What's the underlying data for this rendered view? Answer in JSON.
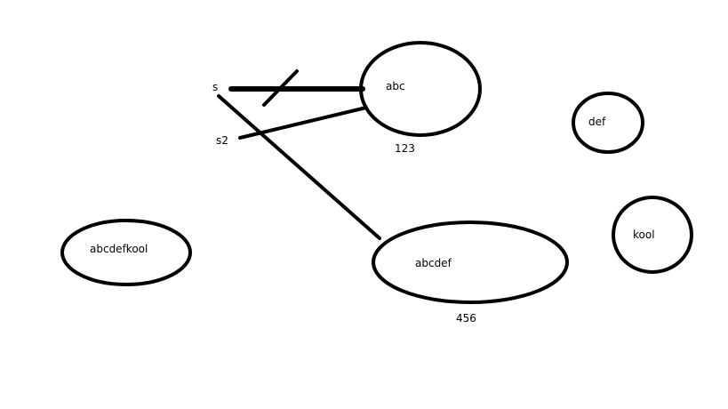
{
  "diagram": {
    "colors": {
      "ink": "#000000",
      "background": "#ffffff"
    },
    "nodes": {
      "abc": {
        "label": "abc",
        "value": "123"
      },
      "def": {
        "label": "def"
      },
      "kool": {
        "label": "kool"
      },
      "abcdef": {
        "label": "abcdef",
        "value": "456"
      },
      "abcdefkool": {
        "label": "abcdefkool"
      }
    },
    "sources": {
      "s": {
        "label": "s"
      },
      "s2": {
        "label": "s2"
      }
    },
    "edges": [
      {
        "from": "s",
        "to": "abc",
        "crossed_out": true
      },
      {
        "from": "s2",
        "to": "abc",
        "crossed_out": false
      },
      {
        "from": "s",
        "to": "abcdef",
        "crossed_out": false
      }
    ]
  }
}
